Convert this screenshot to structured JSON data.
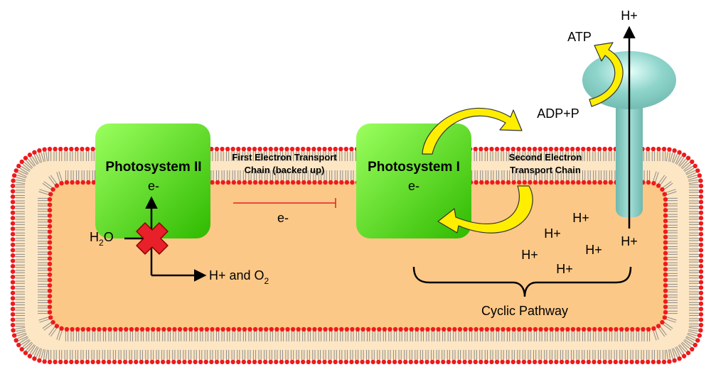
{
  "photosystem_ii": {
    "label": "Photosystem II",
    "electron": "e-"
  },
  "photosystem_i": {
    "label": "Photosystem I",
    "electron": "e-"
  },
  "first_etc": {
    "line1": "First Electron Transport",
    "line2": "Chain (backed up)"
  },
  "second_etc": {
    "line1": "Second Electron",
    "line2": "Transport Chain"
  },
  "blocked_electron": "e-",
  "water": {
    "main": "H",
    "sub": "2",
    "tail": "O"
  },
  "products": {
    "main": "H+ and O",
    "sub": "2"
  },
  "atp_synthase": {
    "top_proton": "H+",
    "atp": "ATP",
    "adp": "ADP+P",
    "bottom_proton": "H+"
  },
  "lumen_protons": [
    "H+",
    "H+",
    "H+",
    "H+",
    "H+"
  ],
  "cyclic_label": "Cyclic Pathway",
  "colors": {
    "lumen_fill": "#fcc887",
    "head_bead": "#ee1b1b",
    "tail_line": "#8c8c8c",
    "photosystem_light": "#9bff5e",
    "photosystem_dark": "#2fba00",
    "atp_synthase": "#7fc8c0",
    "cyclic_arrow": "#ffee00",
    "block_cross": "#e8202a",
    "blocked_line": "#e02020"
  }
}
